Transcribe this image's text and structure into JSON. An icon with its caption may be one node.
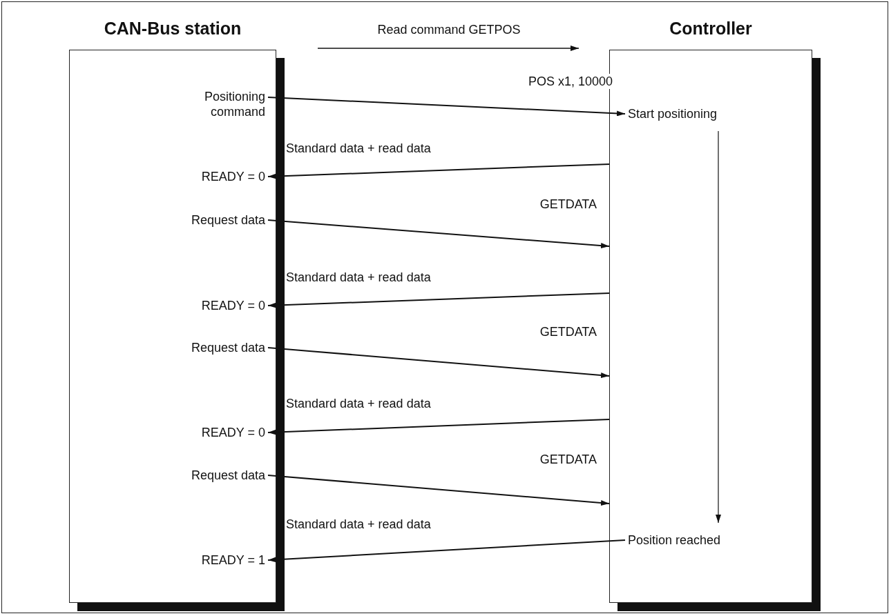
{
  "diagram": {
    "nodes": [
      {
        "text": [
          "CAN-Bus station"
        ]
      },
      {
        "text": [
          "Controller"
        ]
      },
      {
        "text": [
          "Positioning command"
        ],
        "in": 0
      },
      {
        "text": [
          "READY = 0"
        ],
        "in": 0
      },
      {
        "text": [
          "Request data"
        ],
        "in": 0
      },
      {
        "text": [
          "READY = 0"
        ],
        "in": 0
      },
      {
        "text": [
          "Request data"
        ],
        "in": 0
      },
      {
        "text": [
          "READY = 0"
        ],
        "in": 0
      },
      {
        "text": [
          "Request data"
        ],
        "in": 0
      },
      {
        "text": [
          "READY = 1"
        ],
        "in": 0
      },
      {
        "text": [
          "Start positioning"
        ],
        "in": 1
      },
      {
        "text": [
          "Position reached"
        ],
        "in": 1
      }
    ],
    "edges": [
      {
        "from": 2,
        "to": 10,
        "arrow": "to",
        "label": "POS x1, 10000"
      },
      {
        "from": 1,
        "to": 3,
        "arrow": "to",
        "label": "Standard data + read data"
      },
      {
        "from": 4,
        "to": 1,
        "arrow": "to",
        "label": "GETDATA"
      },
      {
        "from": 1,
        "to": 5,
        "arrow": "to",
        "label": "Standard data + read data"
      },
      {
        "from": 6,
        "to": 1,
        "arrow": "to",
        "label": "GETDATA"
      },
      {
        "from": 1,
        "to": 7,
        "arrow": "to",
        "label": "Standard data + read data"
      },
      {
        "from": 8,
        "to": 1,
        "arrow": "to",
        "label": "GETDATA"
      },
      {
        "from": 11,
        "to": 9,
        "arrow": "to",
        "label": "Standard data + read data"
      },
      {
        "from": 10,
        "to": 11,
        "arrow": "to"
      }
    ],
    "labels": [
      "Read command GETPOS"
    ]
  }
}
